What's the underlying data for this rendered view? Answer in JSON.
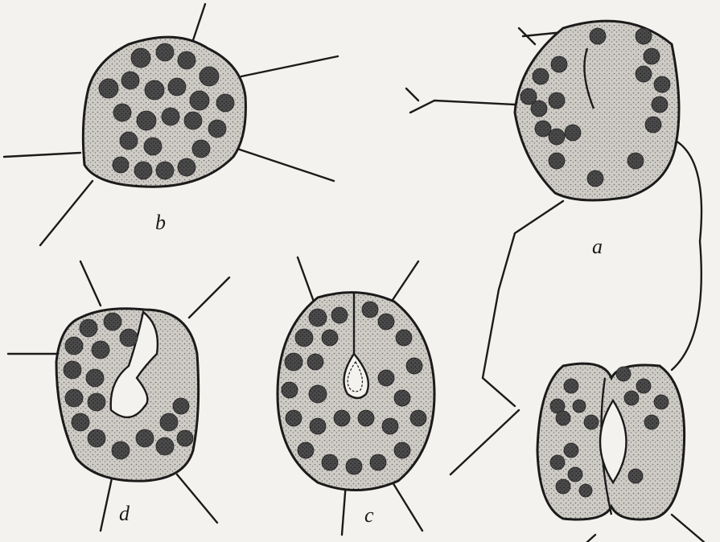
{
  "figure": {
    "labels": {
      "a": "a",
      "b": "b",
      "c": "c",
      "d": "d"
    }
  },
  "colors": {
    "ink": "#1b1b1b",
    "cytoplasm": "#c9c6c0",
    "chloroplast": "#3b3b3b",
    "pore": "#f4f2ee"
  }
}
